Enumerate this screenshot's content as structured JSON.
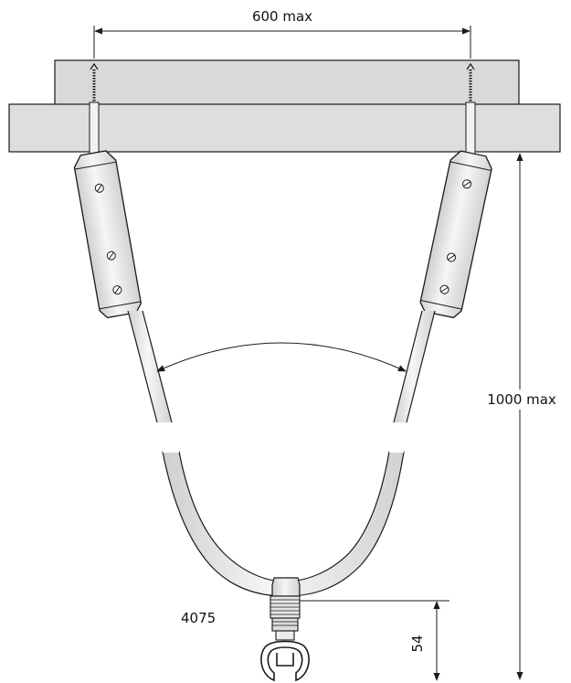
{
  "dimensions": {
    "width_label": "600 max",
    "height_label": "1000 max",
    "offset_label": "54"
  },
  "part_number": "4075",
  "colors": {
    "ceiling": "#dcdcdc",
    "tube": "#ebebeb",
    "line": "#1a1a1a"
  }
}
